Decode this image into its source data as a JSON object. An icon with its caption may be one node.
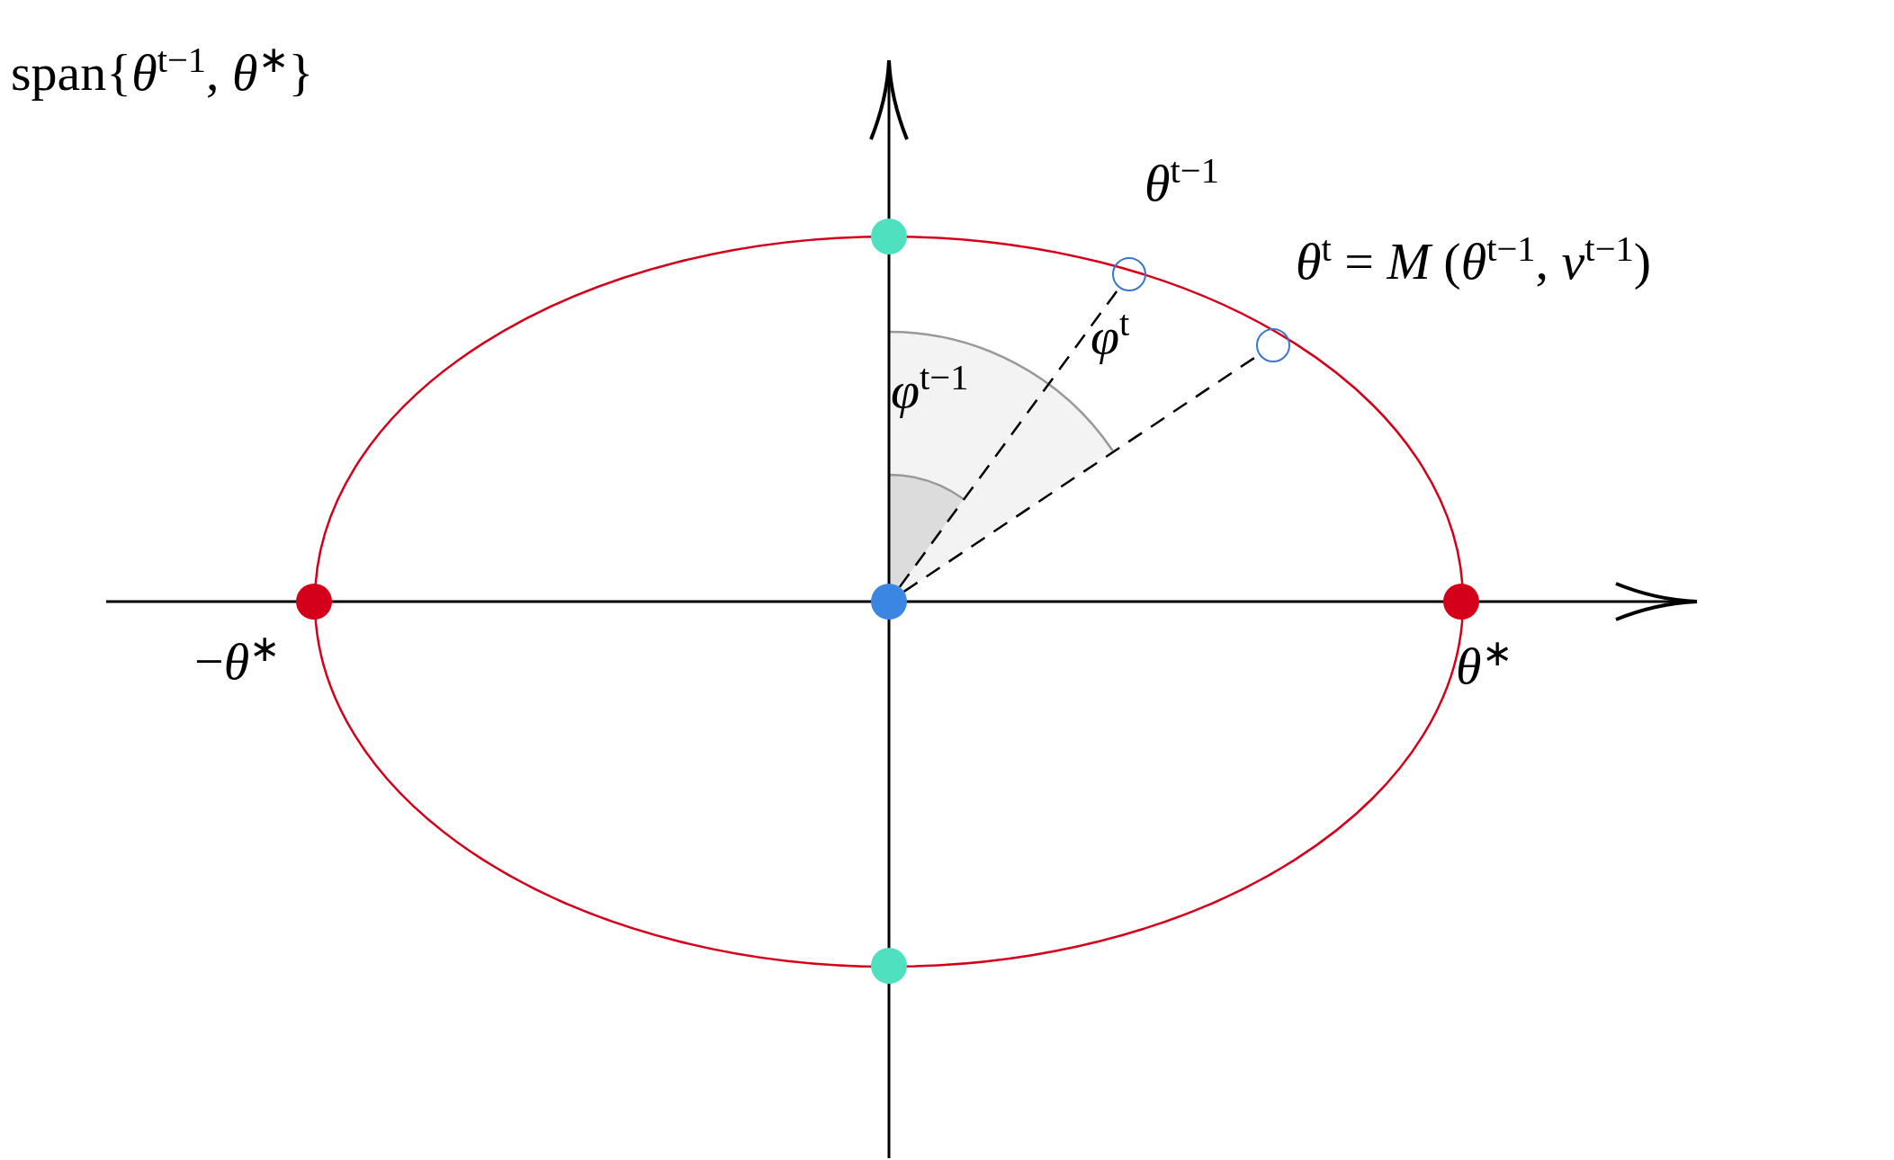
{
  "diagram": {
    "nodes": [
      {
        "text": [],
        "shape": "circle"
      },
      {
        "text": [],
        "shape": "circle",
        "beside": [
          "*θ*$^{t−1}$"
        ]
      },
      {
        "text": [],
        "shape": "circle",
        "beside": [
          "*θ*$^{t}$ = *M* (*θ*$^{t−1}$, *ν*$^{t−1}$)"
        ]
      },
      {
        "text": [],
        "shape": "circle",
        "beside": [
          "−*θ*$^{∗}$"
        ]
      },
      {
        "text": [],
        "shape": "circle"
      },
      {
        "text": [],
        "shape": "circle",
        "beside": [
          "*θ*$^{∗}$"
        ]
      },
      {
        "text": [],
        "shape": "circle"
      }
    ],
    "edges": [
      {
        "from": 4,
        "to": 1,
        "arrow": "none",
        "style": "dashed"
      },
      {
        "from": 4,
        "to": 2,
        "arrow": "none",
        "style": "dashed"
      }
    ],
    "labels": [
      "span{*θ*$^{t−1}$, *θ*$^{∗}$}",
      "*φ*$^{t}$",
      "*φ*$^{t−1}$"
    ]
  }
}
